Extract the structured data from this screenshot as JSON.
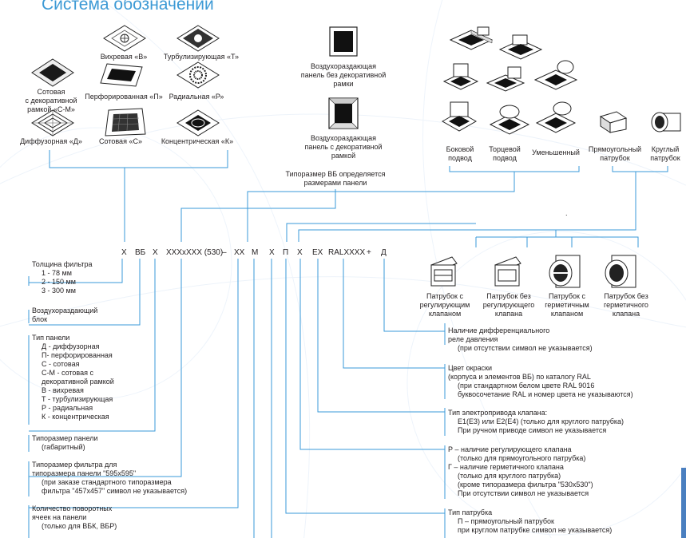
{
  "title": "Система обозначений",
  "panels": {
    "vikhrevaya": "Вихревая «В»",
    "turbuliz": "Турбулизирующая «Т»",
    "sotovaya_ramka": [
      "Сотовая",
      "с декоративной",
      "рамкой «С-М»"
    ],
    "perforir": "Перфорированная «П»",
    "radialnaya": "Радиальная «Р»",
    "diffuz": "Диффузорная «Д»",
    "sotovaya": "Сотовая «С»",
    "koncentr": "Концентрическая «К»"
  },
  "vb_no_frame": [
    "Воздухораздающая",
    "панель без декоративной",
    "рамки"
  ],
  "vb_frame": [
    "Воздухораздающая",
    "панель с декоративной",
    "рамкой"
  ],
  "tiporazmer_note": [
    "Типоразмер ВБ определяется",
    "размерами панели"
  ],
  "connections": {
    "side": [
      "Боковой",
      "подвод"
    ],
    "end": [
      "Торцевой",
      "подвод"
    ],
    "reduced": "Уменьшенный",
    "rect": [
      "Прямоугольный",
      "патрубок"
    ],
    "round": [
      "Круглый",
      "патрубок"
    ]
  },
  "dot": ".",
  "code": [
    "Х",
    "ВБ",
    "Х",
    "ХХХхХХХ (530)",
    "–",
    "ХХ",
    "М",
    "Х",
    "П",
    "Х",
    "ЕХ",
    "RALХХХХ",
    "+",
    "Д"
  ],
  "nozzles": [
    [
      "Патрубок с",
      "регулирующим",
      "клапаном"
    ],
    [
      "Патрубок без",
      "регулирующего",
      "клапана"
    ],
    [
      "Патрубок с",
      "герметичным",
      "клапаном"
    ],
    [
      "Патрубок без",
      "герметичного",
      "клапана"
    ]
  ],
  "left": {
    "filter": {
      "title": "Толщина фильтра",
      "items": [
        "1 - 78 мм",
        "2 - 150 мм",
        "3 - 300 мм"
      ]
    },
    "block": [
      "Воздухораздающий",
      "блок"
    ],
    "panel_type": {
      "title": "Тип панели",
      "items": [
        "Д - диффузорная",
        "П- перфорированная",
        "С - сотовая",
        "С-М - сотовая с",
        "декоративной рамкой",
        "В - вихревая",
        "Т - турбулизирующая",
        "Р - радиальная",
        "К - концентрическая"
      ]
    },
    "size": [
      "Типоразмер панели",
      "(габаритный)"
    ],
    "filter_size": [
      "Типоразмер фильтра для",
      "типоразмера панели \"595х595\"",
      "(при заказе стандартного типоразмера",
      "фильтра \"457х457\" символ не указывается)"
    ],
    "cells": [
      "Количество поворотных",
      "ячеек на панели",
      "(только для ВБК, ВБР)"
    ]
  },
  "right": {
    "relay": [
      "Наличие дифференциального",
      "реле давления",
      "(при отсутствии символ не указывается)"
    ],
    "color": [
      "Цвет окраски",
      "(корпуса и элементов ВБ) по каталогу RAL",
      "(при стандартном белом цвете RAL 9016",
      "буквосочетание RAL и номер цвета не указываются)"
    ],
    "drive": [
      "Тип электропривода клапана:",
      "Е1(Е3) или Е2(Е4) (только для круглого патрубка)",
      "При ручном приводе символ не указывается"
    ],
    "valve": [
      "Р – наличие регулирующего клапана",
      "(только для прямоугольного патрубка)",
      "Г – наличие герметичного клапана",
      "(только для круглого патрубка)",
      "(кроме типоразмера фильтра \"530х530\")",
      "При отсутствии символ не указывается"
    ],
    "pipe": [
      "Тип патрубка",
      "П – прямоугольный патрубок",
      "при круглом патрубке символ не указывается)"
    ]
  },
  "colors": {
    "title": "#3d9ad5",
    "line": "#3a9ad9",
    "text": "#231f20",
    "edge": "#4a7fc0"
  }
}
